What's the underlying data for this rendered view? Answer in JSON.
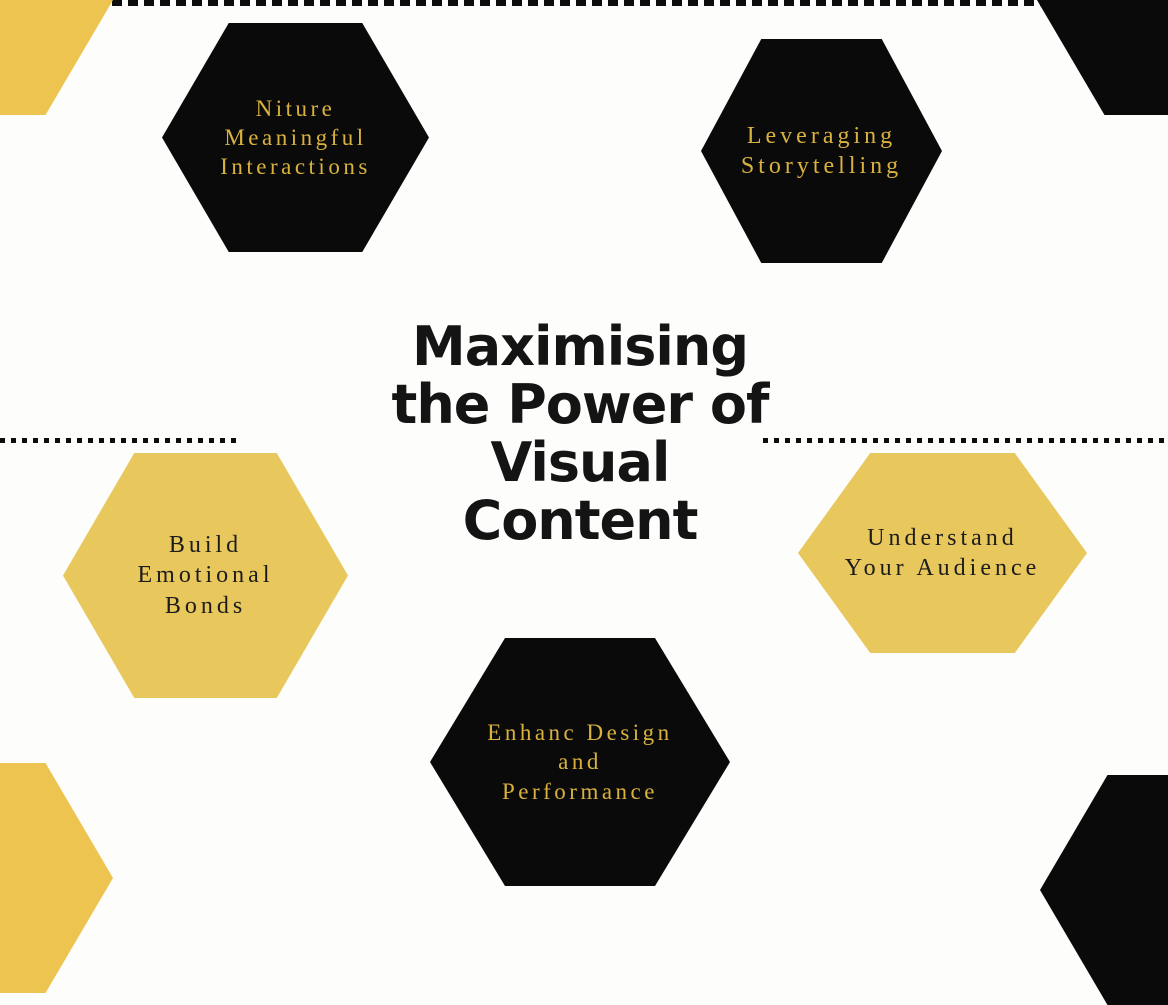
{
  "title": {
    "text": "Maximising the Power of Visual Content",
    "lines": [
      "Maximising",
      "the Power of",
      "Visual",
      "Content"
    ]
  },
  "hexagons": [
    {
      "id": "nurture",
      "variant": "black",
      "lines": [
        "Niture",
        "Meaningful",
        "Interactions"
      ]
    },
    {
      "id": "leveraging",
      "variant": "black",
      "lines": [
        "Leveraging",
        "Storytelling"
      ]
    },
    {
      "id": "build",
      "variant": "yellow",
      "lines": [
        "Build",
        "Emotional",
        "Bonds"
      ]
    },
    {
      "id": "understand",
      "variant": "yellow",
      "lines": [
        "Understand",
        "Your Audience"
      ]
    },
    {
      "id": "enhance",
      "variant": "black",
      "lines": [
        "Enhanc Design",
        "and",
        "Performance"
      ]
    }
  ],
  "colors": {
    "background": "#FDFDFB",
    "hexagon_black": "#0A0A0A",
    "hexagon_yellow": "#E8C75D",
    "corner_yellow": "#ECC44F",
    "gold_text": "#D9B23E",
    "dark_text": "#1C1C1C",
    "title_text": "#141414",
    "dotted_line": "#0D0D0D"
  }
}
